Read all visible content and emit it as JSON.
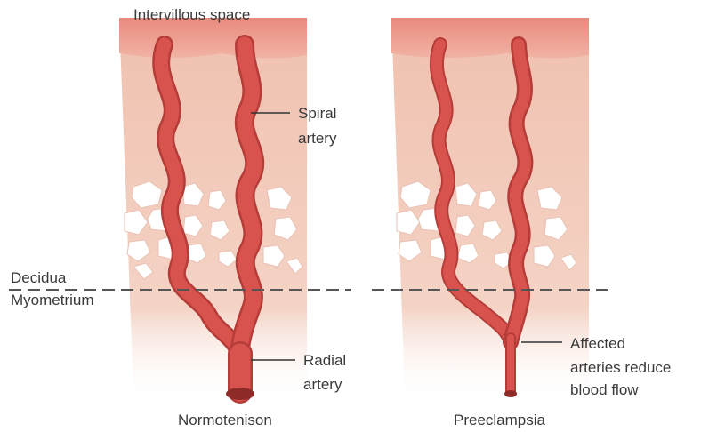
{
  "labels": {
    "intervillous_space": "Intervillous space",
    "spiral_artery_line1": "Spiral",
    "spiral_artery_line2": "artery",
    "decidua": "Decidua",
    "myometrium": "Myometrium",
    "radial_artery_line1": "Radial",
    "radial_artery_line2": "artery",
    "affected_line1": "Affected",
    "affected_line2": "arteries reduce",
    "affected_line3": "blood flow"
  },
  "panels": [
    {
      "caption": "Normotenison"
    },
    {
      "caption": "Preeclampsia"
    }
  ],
  "colors": {
    "tissue": "#f2c9b8",
    "top_band": "#e7857a",
    "artery": "#d9534e",
    "artery_dark": "#b53c38",
    "cells": "#ffffff",
    "dashed_line": "#555555"
  }
}
